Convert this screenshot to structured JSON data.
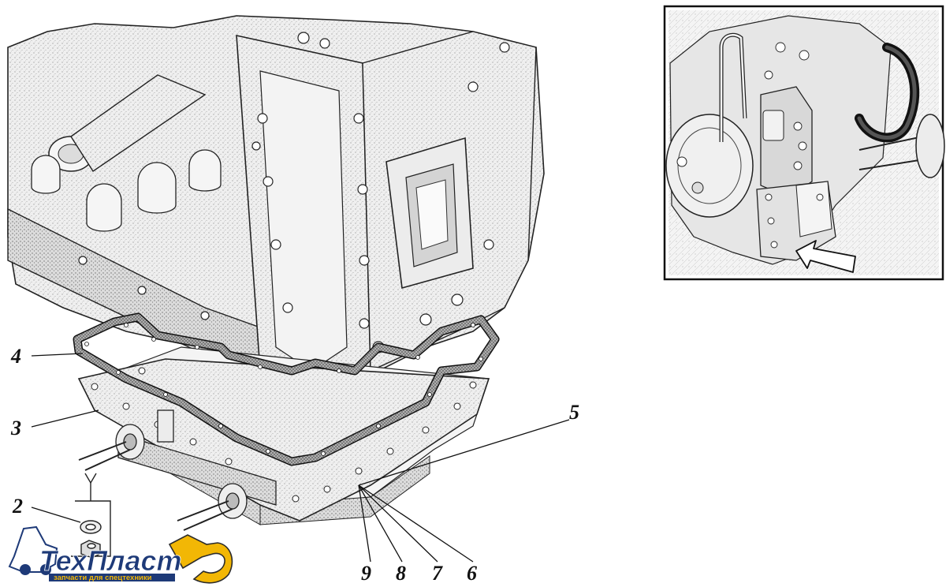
{
  "callouts": [
    {
      "id": "4",
      "label": "4"
    },
    {
      "id": "3",
      "label": "3"
    },
    {
      "id": "2",
      "label": "2"
    },
    {
      "id": "5",
      "label": "5"
    },
    {
      "id": "9",
      "label": "9"
    },
    {
      "id": "8",
      "label": "8"
    },
    {
      "id": "7",
      "label": "7"
    },
    {
      "id": "6",
      "label": "6"
    }
  ],
  "logo": {
    "brand": "ТехПласт",
    "tagline": "запчасти для спецтехники",
    "brand_color": "#1e3a78",
    "accent_color": "#f2b705"
  },
  "colors": {
    "ink": "#222222",
    "casting_fill": "#e9e9e9",
    "gasket_fill": "#9a9a9a",
    "frame": "#111111"
  }
}
